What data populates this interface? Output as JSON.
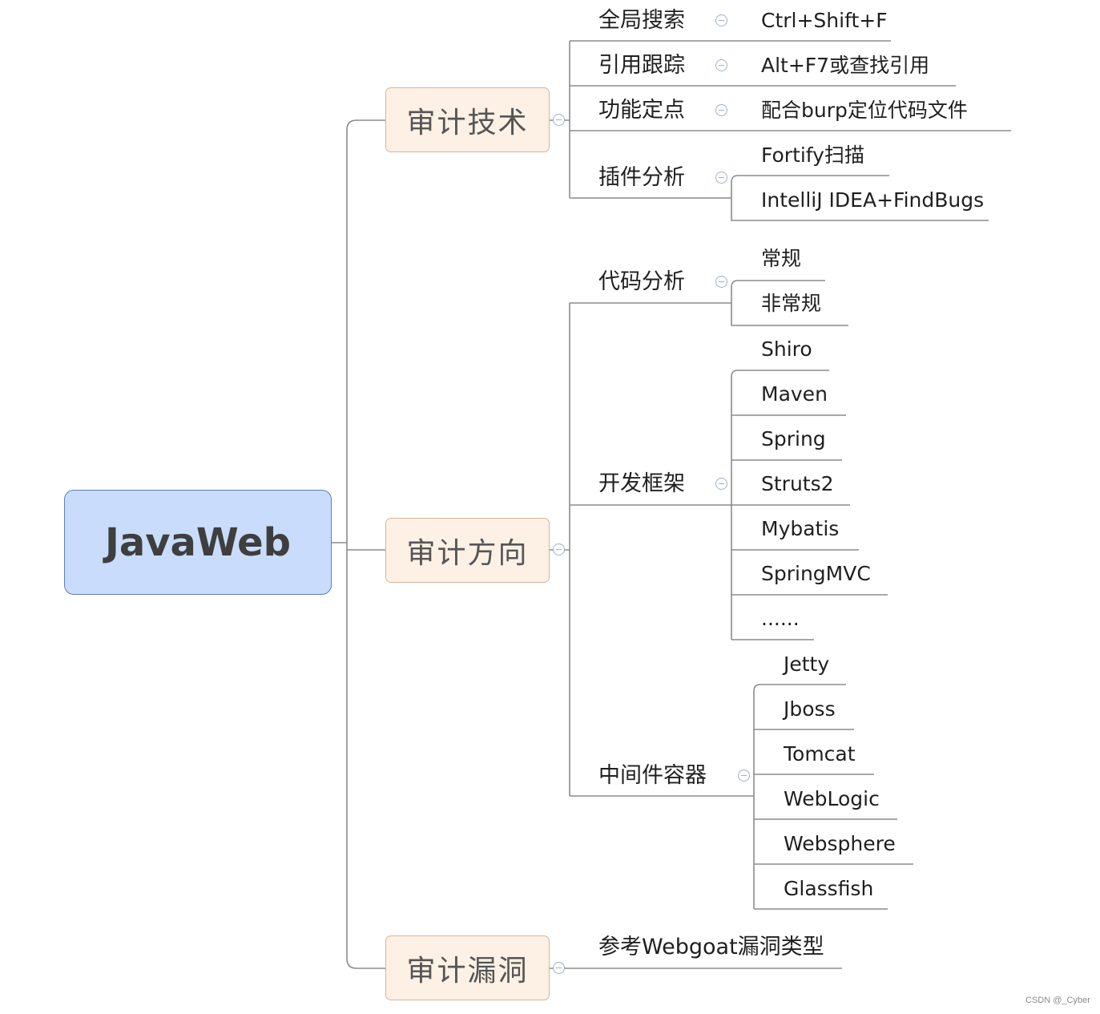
{
  "root": {
    "label": "JavaWeb"
  },
  "branches": [
    {
      "label": "审计技术",
      "children": [
        {
          "label": "全局搜索",
          "children": [
            "Ctrl+Shift+F"
          ]
        },
        {
          "label": "引用跟踪",
          "children": [
            "Alt+F7或查找引用"
          ]
        },
        {
          "label": "功能定点",
          "children": [
            "配合burp定位代码文件"
          ]
        },
        {
          "label": "插件分析",
          "children": [
            "Fortify扫描",
            "IntelliJ IDEA+FindBugs"
          ]
        }
      ]
    },
    {
      "label": "审计方向",
      "children": [
        {
          "label": "代码分析",
          "children": [
            "常规",
            "非常规"
          ]
        },
        {
          "label": "开发框架",
          "children": [
            "Shiro",
            "Maven",
            "Spring",
            "Struts2",
            "Mybatis",
            "SpringMVC",
            "......"
          ]
        },
        {
          "label": "中间件容器",
          "children": [
            "Jetty",
            "Jboss",
            "Tomcat",
            "WebLogic",
            "Websphere",
            "Glassfish"
          ]
        }
      ]
    },
    {
      "label": "审计漏洞",
      "children": [
        {
          "label": "参考Webgoat漏洞类型",
          "children": []
        }
      ]
    }
  ],
  "watermark": "CSDN @_Cyber",
  "colors": {
    "root_fill": "#c9dcfb",
    "root_border": "#5b7fbf",
    "branch_fill": "#fdf0e4",
    "branch_border": "#d7b596",
    "connector": "#8c8c8c",
    "collapse_icon": "#9fb0cc"
  }
}
